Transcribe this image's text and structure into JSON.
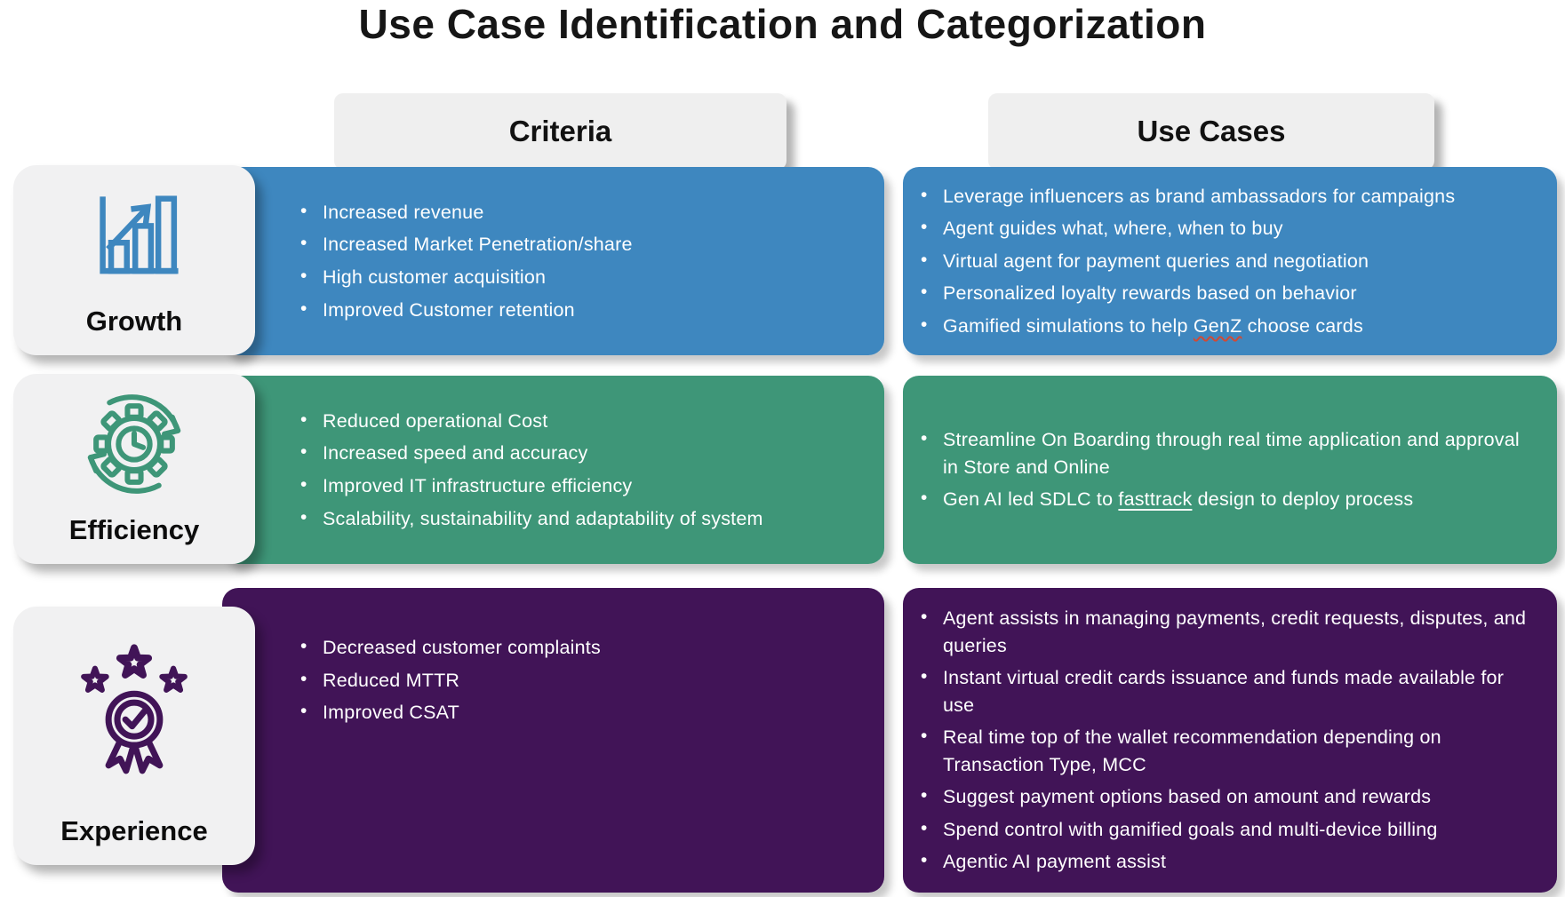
{
  "title": "Use Case Identification and Categorization",
  "columns": {
    "criteria": "Criteria",
    "use_cases": "Use Cases"
  },
  "rows": [
    {
      "label": "Growth",
      "icon": "growth-bar-chart-icon",
      "color": "#3E87BF",
      "criteria": [
        "Increased revenue",
        "Increased Market Penetration/share",
        "High customer acquisition",
        "Improved Customer retention"
      ],
      "use_cases": [
        "Leverage influencers as brand ambassadors for campaigns",
        "Agent guides what, where, when to buy",
        "Virtual agent for payment queries and negotiation",
        "Personalized loyalty rewards based on behavior",
        {
          "pre": "Gamified simulations to help ",
          "marked": "GenZ",
          "post": " choose cards"
        }
      ]
    },
    {
      "label": "Efficiency",
      "icon": "efficiency-gear-clock-icon",
      "color": "#3E9678",
      "criteria": [
        "Reduced operational Cost",
        "Increased speed and accuracy",
        "Improved IT infrastructure efficiency",
        "Scalability, sustainability and adaptability of system"
      ],
      "use_cases": [
        "Streamline On Boarding through real time application and approval in Store and Online",
        {
          "pre": "Gen AI led SDLC to ",
          "marked": "fasttrack",
          "post": " design to deploy process"
        }
      ]
    },
    {
      "label": "Experience",
      "icon": "experience-medal-stars-icon",
      "color": "#411457",
      "criteria": [
        "Decreased customer complaints",
        "Reduced MTTR",
        "Improved CSAT"
      ],
      "use_cases": [
        "Agent assists in managing payments, credit requests, disputes, and queries",
        "Instant virtual credit cards issuance and funds made available for use",
        "Real time top of the wallet recommendation depending on Transaction Type, MCC",
        "Suggest payment options based on amount and rewards",
        "Spend control with gamified goals and multi-device billing",
        "Agentic AI payment assist"
      ]
    }
  ]
}
